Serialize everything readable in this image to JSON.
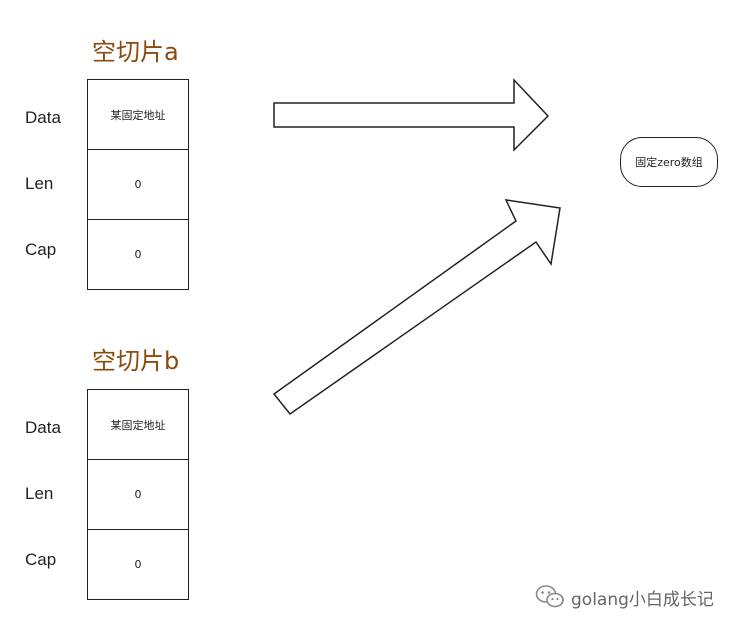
{
  "slices": [
    {
      "title": "空切片a",
      "labels": [
        "Data",
        "Len",
        "Cap"
      ],
      "cells": [
        "某固定地址",
        "0",
        "0"
      ]
    },
    {
      "title": "空切片b",
      "labels": [
        "Data",
        "Len",
        "Cap"
      ],
      "cells": [
        "某固定地址",
        "0",
        "0"
      ]
    }
  ],
  "target": {
    "label": "固定zero数组"
  },
  "watermark": {
    "text": "golang小白成长记",
    "icon": "wechat-icon"
  }
}
